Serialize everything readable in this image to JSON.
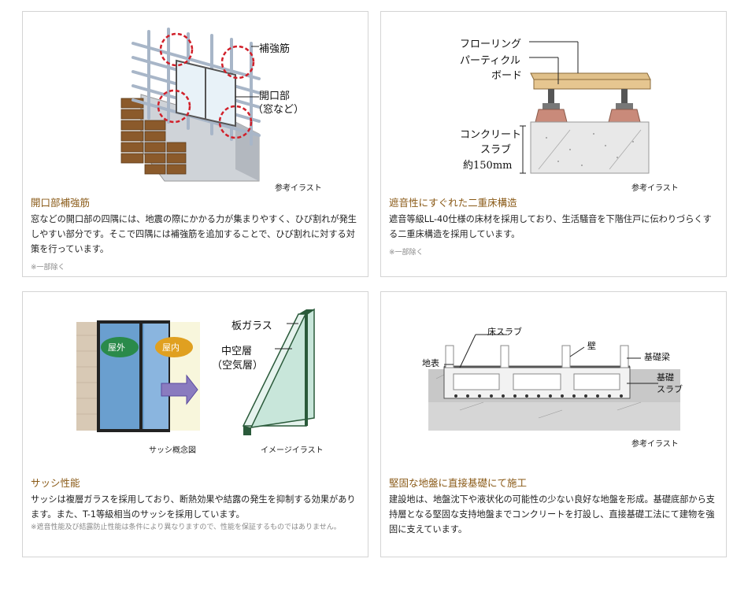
{
  "cards": [
    {
      "title": "開口部補強筋",
      "body": "窓などの開口部の四隅には、地震の際にかかる力が集まりやすく、ひび割れが発生しやすい部分です。そこで四隅には補強筋を追加することで、ひび割れに対する対策を行っています。",
      "note": "※一部除く",
      "caption": "参考イラスト",
      "labels": {
        "rebar": "補強筋",
        "opening": "開口部",
        "opening_sub": "（窓など）"
      }
    },
    {
      "title": "遮音性にすぐれた二重床構造",
      "body": "遮音等級LL-40仕様の床材を採用しており、生活騒音を下階住戸に伝わりづらくする二重床構造を採用しています。",
      "note": "※一部除く",
      "caption": "参考イラスト",
      "labels": {
        "flooring": "フローリング",
        "particle1": "パーティクル",
        "particle2": "ボード",
        "concrete1": "コンクリート",
        "concrete2": "スラブ",
        "concrete3": "約150mm"
      }
    },
    {
      "title": "サッシ性能",
      "body": "サッシは複層ガラスを採用しており、断熱効果や結露の発生を抑制する効果があります。また、T-1等級相当のサッシを採用しています。",
      "note": "※遮音性能及び結露防止性能は条件により異なりますので、性能を保証するものではありません。",
      "caption_left": "サッシ概念図",
      "caption_right": "イメージイラスト",
      "labels": {
        "outside": "屋外",
        "inside": "屋内",
        "glass": "板ガラス",
        "hollow1": "中空層",
        "hollow2": "（空気層）"
      }
    },
    {
      "title": "堅固な地盤に直接基礎にて施工",
      "body": "建設地は、地盤沈下や液状化の可能性の少ない良好な地盤を形成。基礎底部から支持層となる堅固な支持地盤までコンクリートを打設し、直接基礎工法にて建物を強固に支えています。",
      "caption": "参考イラスト",
      "labels": {
        "floor_slab": "床スラブ",
        "wall": "壁",
        "ground": "地表",
        "beam": "基礎梁",
        "found1": "基礎",
        "found2": "スラブ"
      }
    }
  ]
}
